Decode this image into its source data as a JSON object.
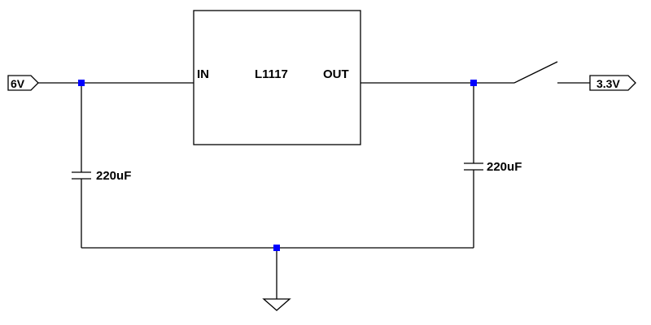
{
  "regulator": {
    "part": "L1117",
    "pin_in": "IN",
    "pin_out": "OUT"
  },
  "nets": {
    "input": "6V",
    "output": "3.3V"
  },
  "capacitors": {
    "input": "220uF",
    "output": "220uF"
  },
  "colors": {
    "wire": "#000000",
    "junction": "#0000ff",
    "background": "#ffffff"
  }
}
